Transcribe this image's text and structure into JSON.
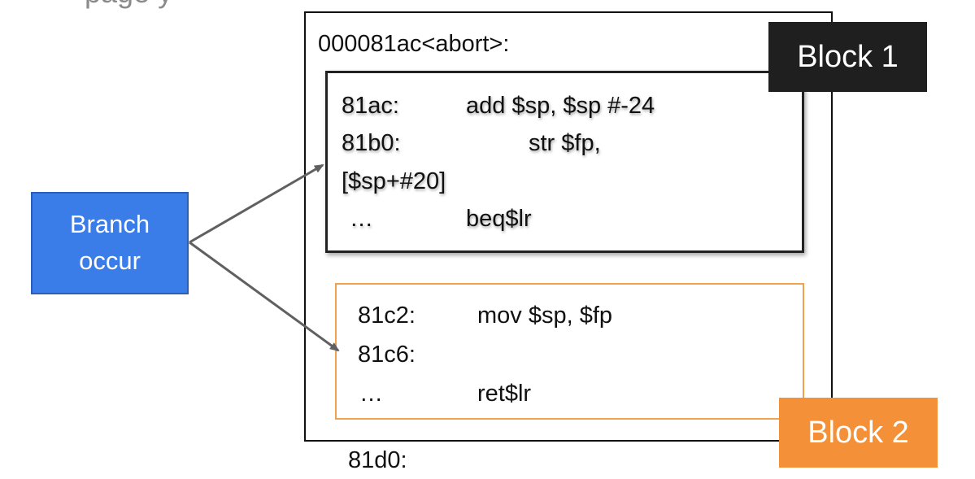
{
  "top_fragment": "page y",
  "branch_node": {
    "line1": "Branch",
    "line2": "occur",
    "color": "#3b7de8"
  },
  "function_label": "000081ac<abort>:",
  "block1": {
    "tag": "Block 1",
    "tag_color": "#1f1f1f",
    "lines": [
      {
        "addr": "81ac:",
        "instr": "add $sp, $sp #-24"
      },
      {
        "addr": "81b0:",
        "instr": "str $fp,"
      },
      {
        "addr": "[$sp+#20]",
        "instr": ""
      },
      {
        "addr": "…",
        "instr": "beq$lr"
      }
    ]
  },
  "block2": {
    "tag": "Block 2",
    "tag_color": "#f39038",
    "border_color": "#f0a24e",
    "lines": [
      {
        "addr": "81c2:",
        "instr": "mov $sp, $fp"
      },
      {
        "addr": "81c6:",
        "instr": ""
      },
      {
        "addr": "…",
        "instr": "ret$lr"
      }
    ]
  },
  "trailing_address": "81d0:",
  "arrows": [
    {
      "from": "branch-node",
      "to": "block1"
    },
    {
      "from": "branch-node",
      "to": "block2"
    }
  ]
}
